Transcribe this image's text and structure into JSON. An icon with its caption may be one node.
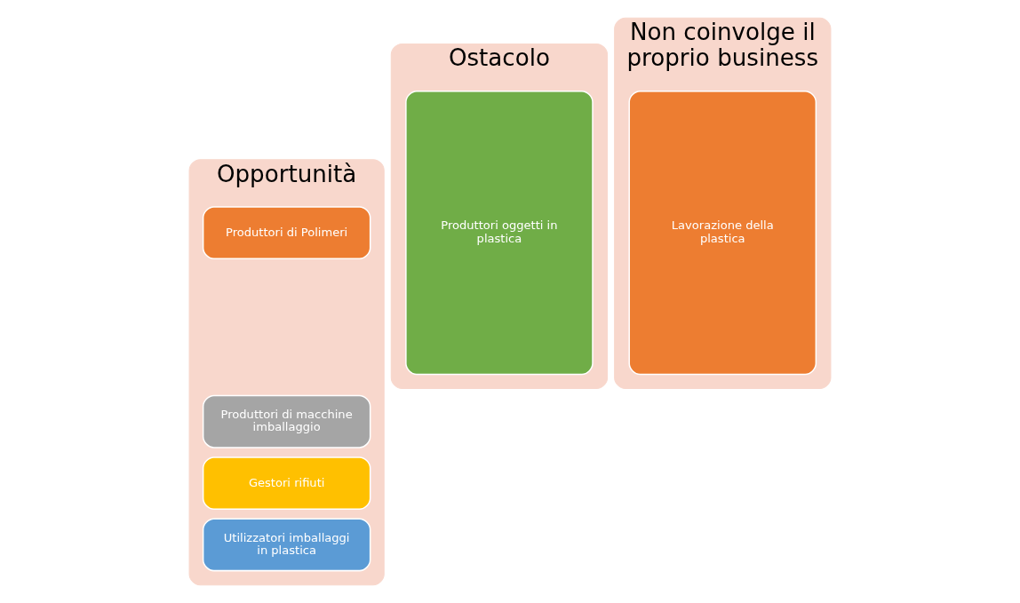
{
  "diagram": {
    "nodes": [
      {
        "text": [
          "Opportunità"
        ]
      },
      {
        "text": [
          "Produttori di Polimeri"
        ],
        "in": 0
      },
      {
        "text": [
          "Produttori di macchine imballaggio"
        ],
        "in": 0
      },
      {
        "text": [
          "Gestori rifiuti"
        ],
        "in": 0
      },
      {
        "text": [
          "Utilizzatori imballaggi in plastica"
        ],
        "in": 0
      },
      {
        "text": [
          "Ostacolo"
        ]
      },
      {
        "text": [
          "Produttori oggetti in plastica"
        ],
        "in": 5
      },
      {
        "text": [
          "Non coinvolge il proprio business"
        ]
      },
      {
        "text": [
          "Lavorazione della plastica"
        ],
        "in": 7
      }
    ]
  }
}
